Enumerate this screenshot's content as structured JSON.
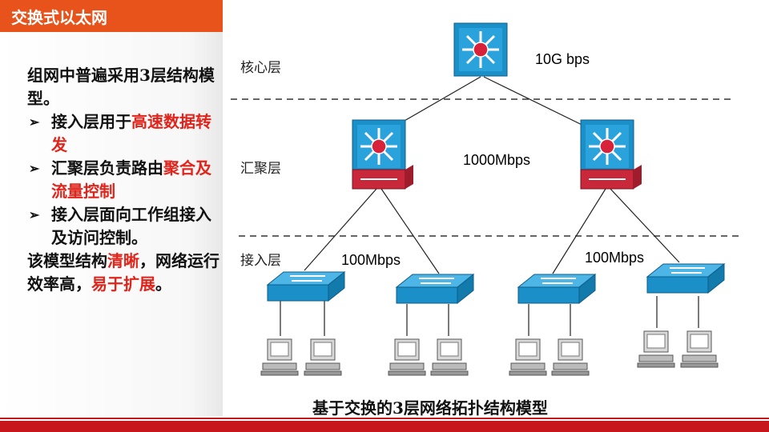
{
  "header": {
    "title": "交换式以太网"
  },
  "left": {
    "intro_1": "组网中普遍采用3层结构模型。",
    "items": [
      {
        "mark": "➢",
        "pre": "接入层用于",
        "hl": "高速数据转发",
        "post": ""
      },
      {
        "mark": "➢",
        "pre": "汇聚层负责路由",
        "hl": "聚合及流量控制",
        "post": ""
      },
      {
        "mark": "➢",
        "pre": "接入层面向工作组接入及访问控制。",
        "hl": "",
        "post": ""
      }
    ],
    "summary_pre": "该模型结构",
    "summary_hl1": "清晰",
    "summary_mid": "，网络运行效率高，",
    "summary_hl2": "易于扩展",
    "summary_post": "。"
  },
  "diagram": {
    "layer_core": "核心层",
    "layer_agg": "汇聚层",
    "layer_access": "接入层",
    "speed_core": "10G bps",
    "speed_agg": "1000Mbps",
    "speed_access_left": "100Mbps",
    "speed_access_right": "100Mbps",
    "caption": "基于交换的3层网络拓扑结构模型"
  },
  "colors": {
    "accent": "#e8531c",
    "highlight": "#e0241b",
    "device_blue": "#1b8fc7",
    "device_red": "#c8283a"
  }
}
